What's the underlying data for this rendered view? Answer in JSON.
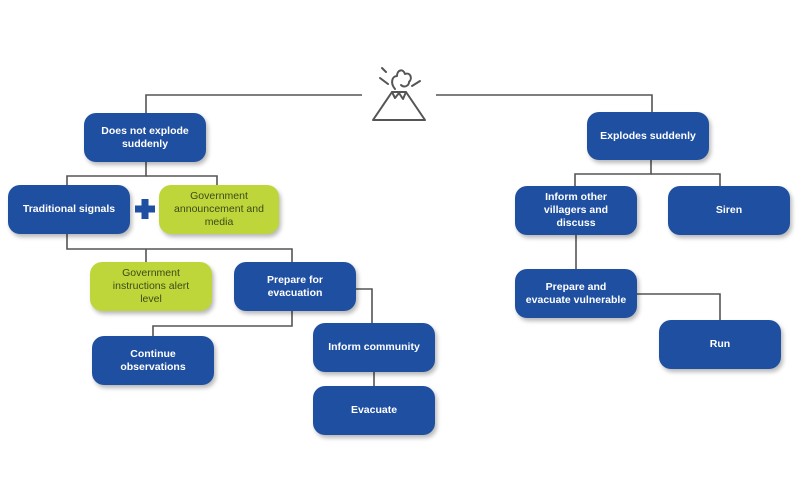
{
  "colors": {
    "primary_box": "#1f4fa0",
    "secondary_box": "#bfd63a",
    "connector": "#555555",
    "plus_sign": "#1f4fa0"
  },
  "root": {
    "icon": "volcano-icon"
  },
  "left_branch": {
    "root_label": "Does not explode suddenly",
    "traditional_signals": "Traditional signals",
    "combine_symbol": "plus-icon",
    "government_announcement": "Government announcement and media",
    "government_instructions": "Government instructions alert level",
    "prepare_evacuation": "Prepare for evacuation",
    "continue_observations": "Continue observations",
    "inform_community": "Inform community",
    "evacuate": "Evacuate"
  },
  "right_branch": {
    "root_label": "Explodes suddenly",
    "inform_villagers": "Inform other villagers and discuss",
    "siren": "Siren",
    "prepare_vulnerable": "Prepare and evacuate vulnerable",
    "run": "Run"
  }
}
